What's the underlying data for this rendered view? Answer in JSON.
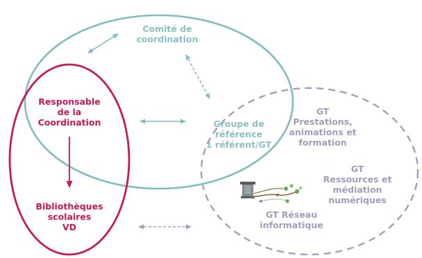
{
  "colors": {
    "teal": "#80bcbd",
    "teal_text": "#8cc0c1",
    "magenta": "#c8185a",
    "purple": "#a59bbb"
  },
  "labels": {
    "comite": [
      "Comité de",
      "coordination"
    ],
    "responsable": [
      "Responsable",
      "de la",
      "Coordination"
    ],
    "groupe": [
      "Groupe de",
      "référence",
      "1 référent/GT"
    ],
    "bibliotheques": [
      "Bibliothèques",
      "scolaires",
      "VD"
    ],
    "gt_prestations": [
      "GT",
      "Prestations,",
      "animations et",
      "formation"
    ],
    "gt_ressources": [
      "GT",
      "Ressources et",
      "médiation",
      "numériques"
    ],
    "gt_reseau": [
      "GT Réseau",
      "informatique"
    ]
  }
}
